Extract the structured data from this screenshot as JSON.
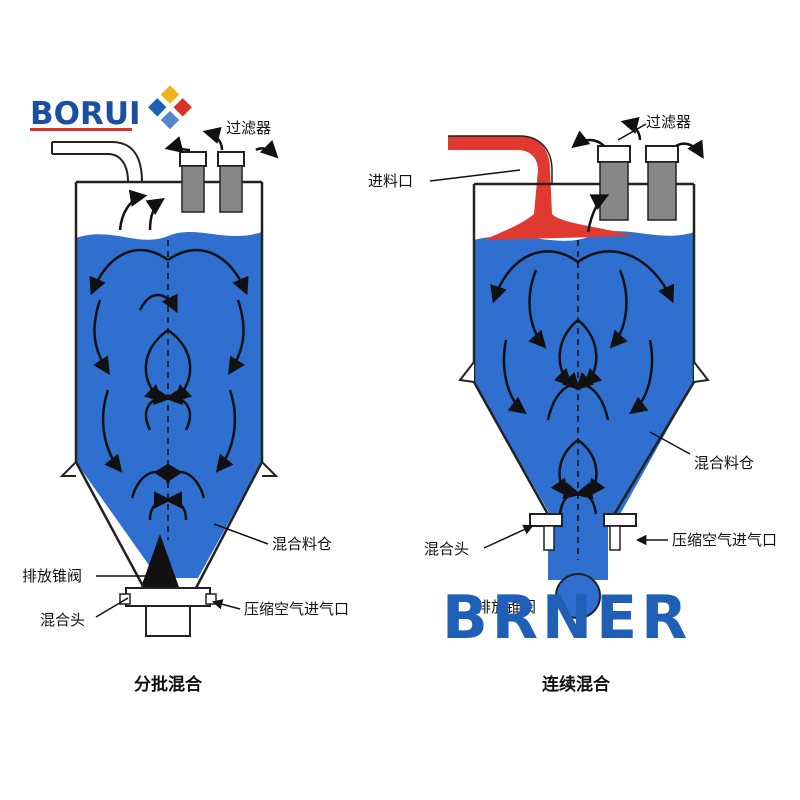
{
  "colors": {
    "material": "#2f6fd0",
    "feed": "#e03a30",
    "outline": "#222222"
  },
  "logos": {
    "left": "BORUI",
    "right": "BRNER"
  },
  "batch": {
    "caption": "分批混合",
    "filter": "过滤器",
    "silo": "混合料仓",
    "cone_valve": "排放锥阀",
    "mixing_head": "混合头",
    "air_inlet": "压缩空气进气口"
  },
  "continuous": {
    "caption": "连续混合",
    "filter": "过滤器",
    "feed_inlet": "进料口",
    "silo": "混合料仓",
    "mixing_head": "混合头",
    "air_inlet": "压缩空气进气口",
    "discharge": "排放锥阀"
  }
}
